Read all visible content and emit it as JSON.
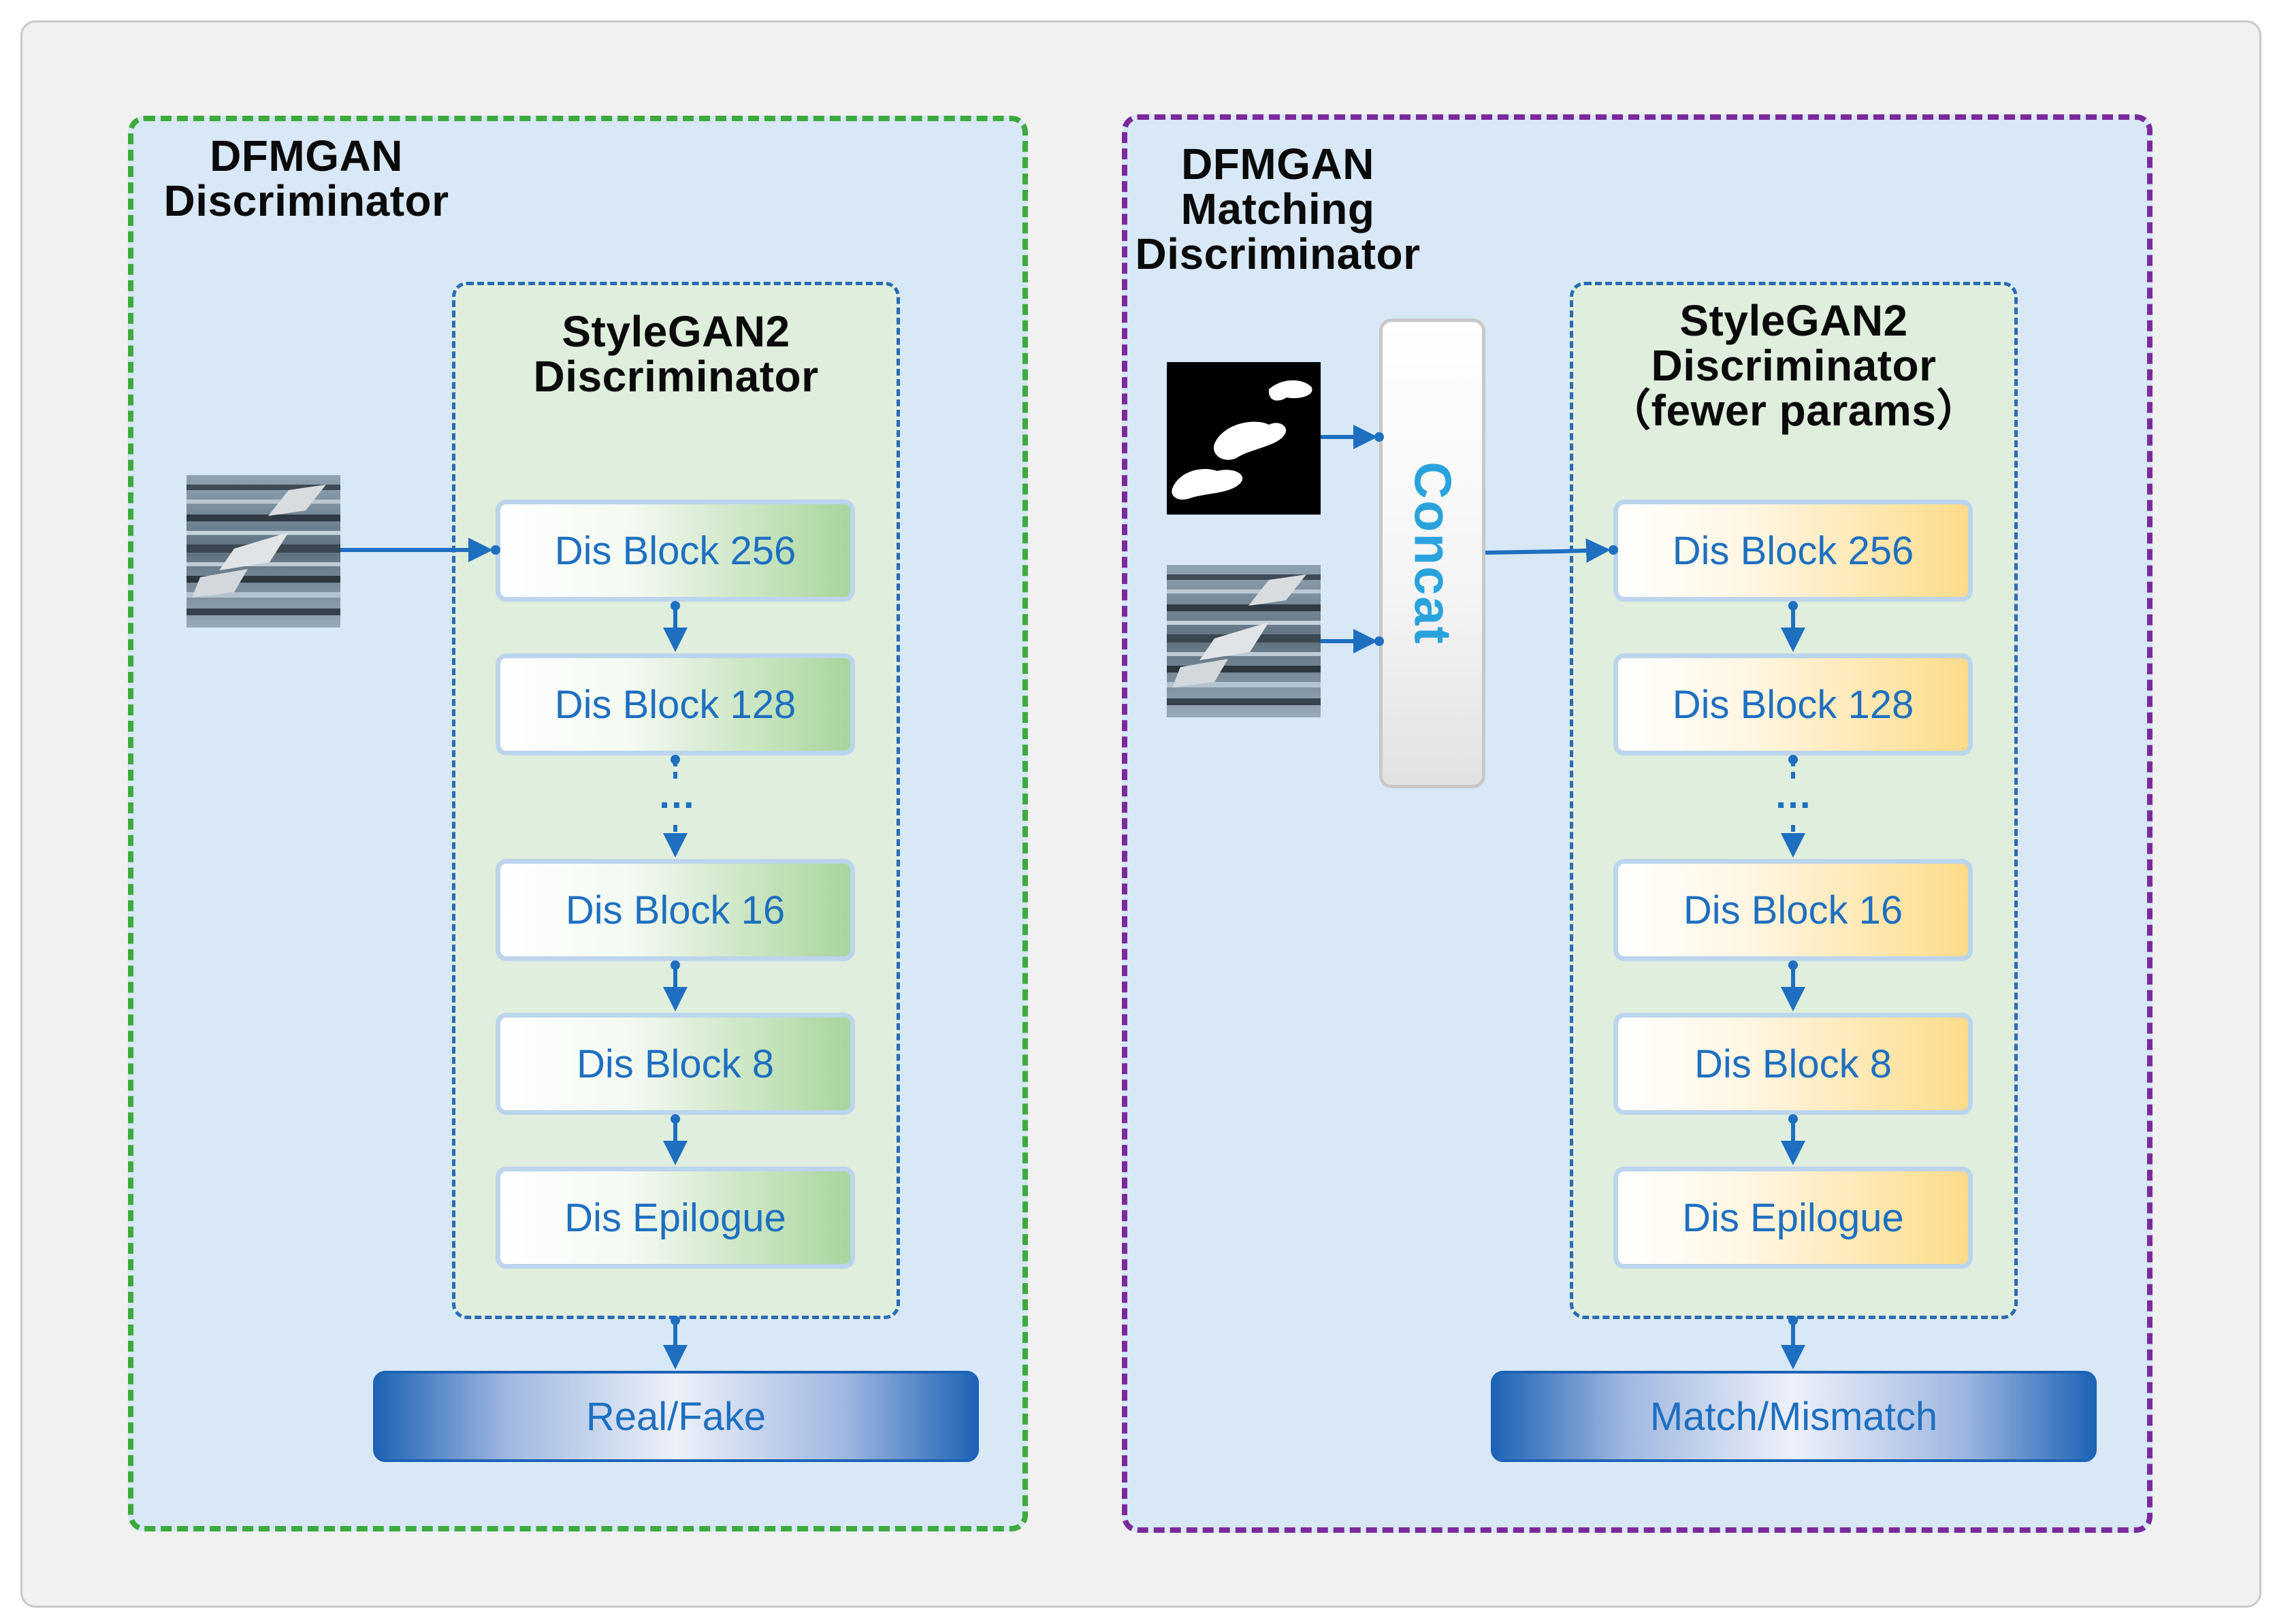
{
  "left_panel": {
    "title_line1": "DFMGAN",
    "title_line2": "Discriminator",
    "inner_title_line1": "StyleGAN2",
    "inner_title_line2": "Discriminator",
    "blocks": [
      "Dis Block 256",
      "Dis Block 128",
      "Dis Block 16",
      "Dis Block 8",
      "Dis Epilogue"
    ],
    "ellipsis": "…",
    "output": "Real/Fake"
  },
  "right_panel": {
    "title_line1": "DFMGAN",
    "title_line2": "Matching",
    "title_line3": "Discriminator",
    "inner_title_line1": "StyleGAN2",
    "inner_title_line2": "Discriminator",
    "inner_title_line3": "（fewer params）",
    "concat_label": "Concat",
    "blocks": [
      "Dis Block 256",
      "Dis Block 128",
      "Dis Block 16",
      "Dis Block 8",
      "Dis Epilogue"
    ],
    "ellipsis": "…",
    "output": "Match/Mismatch"
  },
  "colors": {
    "left_border": "#3daa3d",
    "right_border": "#7a2a9c",
    "arrow": "#1e6fc0",
    "left_block_accent": "#a8d59c",
    "right_block_accent": "#fcdc8a"
  }
}
